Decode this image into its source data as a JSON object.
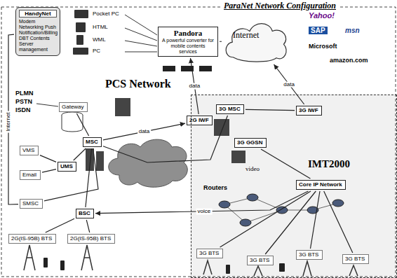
{
  "diagram": {
    "title": "ParaNet Network Configuration",
    "nodes": [
      {
        "text": [
          "HandyNet",
          "Modem Networking Push Notification/Billing DBT Contents Server management"
        ]
      },
      {
        "text": [
          "Pandora",
          "A powerful converter for mobile contents services"
        ]
      },
      {
        "text": [
          "Internet"
        ]
      },
      {
        "text": [
          "Gateway"
        ]
      },
      {
        "text": [
          "MSC"
        ]
      },
      {
        "text": [
          "VMS"
        ]
      },
      {
        "text": [
          "Email"
        ]
      },
      {
        "text": [
          "UMS"
        ]
      },
      {
        "text": [
          "SMSC"
        ]
      },
      {
        "text": [
          "BSC"
        ]
      },
      {
        "text": [
          "2G IWF"
        ]
      },
      {
        "text": [
          "2G(IS-95B) BTS"
        ]
      },
      {
        "text": [
          "2G(IS-95B) BTS"
        ]
      },
      {
        "text": [
          "IMT2000"
        ]
      },
      {
        "text": [
          "3G MSC"
        ],
        "in": 13
      },
      {
        "text": [
          "3G IWF"
        ],
        "in": 13
      },
      {
        "text": [
          "3G GGSN"
        ],
        "in": 13
      },
      {
        "text": [
          "Core IP Network"
        ],
        "in": 13
      },
      {
        "text": [
          "3G BTS"
        ],
        "in": 13
      },
      {
        "text": [
          "3G BTS"
        ],
        "in": 13
      },
      {
        "text": [
          "3G BTS"
        ],
        "in": 13
      },
      {
        "text": [
          "3G BTS"
        ],
        "in": 13
      }
    ],
    "edges": [
      {
        "from": 0,
        "to": 8,
        "arrow": "none",
        "label": "Internet"
      },
      {
        "from": 1,
        "to": 2,
        "arrow": "none"
      },
      {
        "from": 4,
        "to": 10,
        "arrow": "to",
        "label": "data"
      },
      {
        "from": 10,
        "to": 1,
        "arrow": "to",
        "label": "data"
      },
      {
        "from": 15,
        "to": 2,
        "arrow": "to",
        "label": "data"
      },
      {
        "from": 3,
        "to": 4,
        "arrow": "none"
      },
      {
        "from": 5,
        "to": 7,
        "arrow": "none"
      },
      {
        "from": 6,
        "to": 7,
        "arrow": "none"
      },
      {
        "from": 7,
        "to": 4,
        "arrow": "none"
      },
      {
        "from": 8,
        "to": 4,
        "arrow": "none"
      },
      {
        "from": 9,
        "to": 4,
        "arrow": "none"
      },
      {
        "from": 9,
        "to": 11,
        "arrow": "none"
      },
      {
        "from": 9,
        "to": 12,
        "arrow": "none"
      },
      {
        "from": 17,
        "to": 9,
        "arrow": "to",
        "label": "voice"
      },
      {
        "from": 4,
        "to": 14,
        "arrow": "none"
      },
      {
        "from": 14,
        "to": 15,
        "arrow": "none"
      },
      {
        "from": 16,
        "to": 17,
        "arrow": "none"
      },
      {
        "from": 17,
        "to": 18,
        "arrow": "none"
      },
      {
        "from": 17,
        "to": 19,
        "arrow": "none"
      },
      {
        "from": 17,
        "to": 20,
        "arrow": "none"
      },
      {
        "from": 17,
        "to": 21,
        "arrow": "none"
      }
    ],
    "labels": [
      "PCS Network",
      "PLMN",
      "PSTN",
      "ISDN",
      "Pocket PC",
      "HTML",
      "WML",
      "PC",
      "Yahoo!",
      "SAP",
      "msn",
      "Microsoft",
      "amazon.com",
      "video",
      "Routers"
    ]
  }
}
